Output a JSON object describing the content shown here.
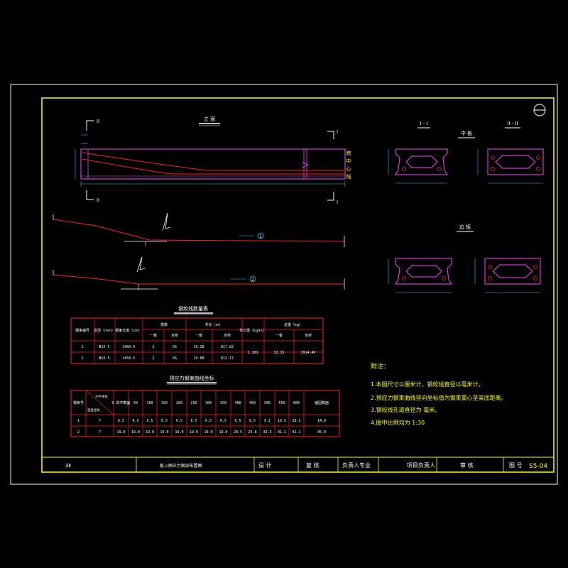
{
  "colors": {
    "background": "#000000",
    "frame_outer": "#ffffff",
    "frame_inner": "#ffff00",
    "outline": "#ff40ff",
    "tendon": "#ff2020",
    "dimension": "#30c0ff",
    "text": "#ffffff",
    "note": "#ffff00"
  },
  "elevation": {
    "title": "立 面",
    "mark_ii": "II",
    "mark_i": "I",
    "side_label": "跨中心线"
  },
  "sections": {
    "section_i_title": "I - I",
    "section_ii_title": "II - II",
    "middle_beam_label": "中 板",
    "side_beam_label": "边 板"
  },
  "tendon_1": {
    "number": "1"
  },
  "tendon_2": {
    "number": "2"
  },
  "qty_table": {
    "title": "钢绞线数量表",
    "headers": {
      "col1": "钢束编号",
      "col2": "直径（mm）",
      "col3": "钢束长度（cm）",
      "group_count": "根数",
      "group_length": "共长（m）",
      "unit_weight": "单位重（kg/m）",
      "group_weight": "总重（kg）",
      "sub_single": "一板",
      "sub_total": "全桥"
    },
    "rows": [
      {
        "id": "1",
        "dia": "Φ15-5",
        "len": "1460.4",
        "n1": "2",
        "n2": "56",
        "l1": "29.20",
        "l2": "817.82",
        "uw": "1.101",
        "w1": "32.15",
        "w2": "1914.40"
      },
      {
        "id": "2",
        "dia": "Φ15-5",
        "len": "1450.3",
        "n1": "2",
        "n2": "56",
        "l1": "29.00",
        "l2": "812.17",
        "uw": "",
        "w1": "",
        "w2": ""
      }
    ]
  },
  "coord_table": {
    "title": "预应力钢束曲线坐标",
    "header_row": [
      "钢束号",
      "",
      "0 跨中截面",
      "50",
      "100",
      "150",
      "200",
      "250",
      "300",
      "350",
      "400",
      "450",
      "500",
      "550",
      "600",
      "锚固截面"
    ],
    "diag_top": "水平坐标",
    "diag_bottom": "竖直坐标",
    "rows": [
      [
        "1",
        "7",
        "6.5",
        "6.5",
        "6.5",
        "6.5",
        "6.5",
        "6.5",
        "6.5",
        "6.5",
        "6.5",
        "6.5",
        "9.1",
        "16.5",
        "28.5",
        "14.0"
      ],
      [
        "2",
        "7",
        "19.0",
        "19.0",
        "19.0",
        "19.0",
        "19.0",
        "19.0",
        "19.0",
        "19.0",
        "20.5",
        "25.8",
        "33.3",
        "41.1",
        "41.1",
        "45.0"
      ]
    ]
  },
  "notes": {
    "title": "附注：",
    "items": [
      "1.本图尺寸以厘米计，钢绞线直径以毫米计。",
      "2.预应力钢束曲线竖向坐标值为钢束重心至梁底距离。",
      "3.钢绞线孔道直径为  毫米。",
      "4.图中比例均为  1:30"
    ]
  },
  "title_block": {
    "project": "3Ⅱ",
    "drawing_title": "板-c预应力钢束布置图",
    "design": "设 计",
    "check": "复 核",
    "lead": "负责人专业",
    "project_lead": "项目负责人",
    "review": "审 核",
    "fig_label": "图 号",
    "fig_no": "S5-04"
  }
}
